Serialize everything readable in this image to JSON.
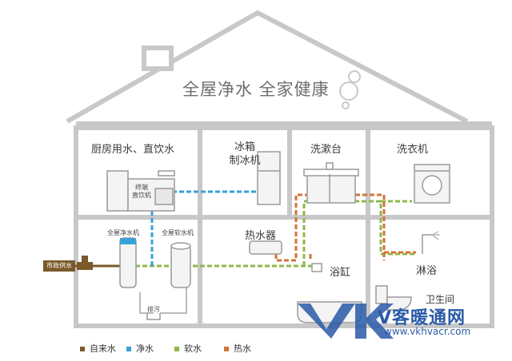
{
  "title": "全屋净水 全家健康",
  "rooms": {
    "kitchen": "厨房用水、直饮水",
    "fridge_line1": "冰箱",
    "fridge_line2": "制冰机",
    "washbasin": "洗漱台",
    "laundry": "洗衣机",
    "heater": "热水器",
    "bathtub": "浴缸",
    "shower": "淋浴",
    "toilet": "卫生间"
  },
  "devices": {
    "purifier_line1": "终端",
    "purifier_line2": "直饮机",
    "whole_house_purifier": "全屋净水机",
    "whole_house_softener": "全屋软水机",
    "drain": "排污",
    "municipal_supply": "市政供水"
  },
  "legend": [
    {
      "label": "自来水",
      "color": "#7a5a2a"
    },
    {
      "label": "净水",
      "color": "#3aa0d8"
    },
    {
      "label": "软水",
      "color": "#8fb84a"
    },
    {
      "label": "热水",
      "color": "#d2743a"
    }
  ],
  "watermark": {
    "logo": "VK",
    "brand": "V客暖通网",
    "url": "www.vkhvacr.com"
  }
}
